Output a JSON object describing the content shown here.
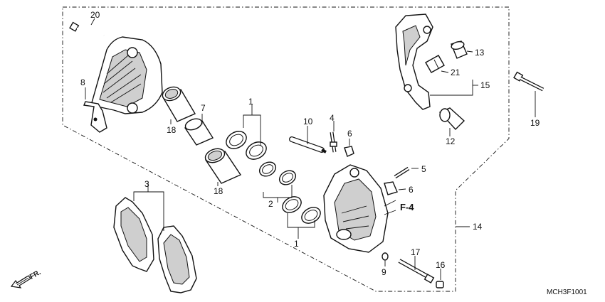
{
  "callouts": {
    "c1a": "1",
    "c1b": "1",
    "c2": "2",
    "c3": "3",
    "c4": "4",
    "c5": "5",
    "c6a": "6",
    "c6b": "6",
    "c7": "7",
    "c8": "8",
    "c9": "9",
    "c10": "10",
    "c12": "12",
    "c13": "13",
    "c14": "14",
    "c15": "15",
    "c16": "16",
    "c17": "17",
    "c18a": "18",
    "c18b": "18",
    "c19": "19",
    "c20": "20",
    "c21": "21"
  },
  "reference": {
    "fig": "F-4",
    "direction": "FR.",
    "drawing_code": "MCH3F1001"
  }
}
